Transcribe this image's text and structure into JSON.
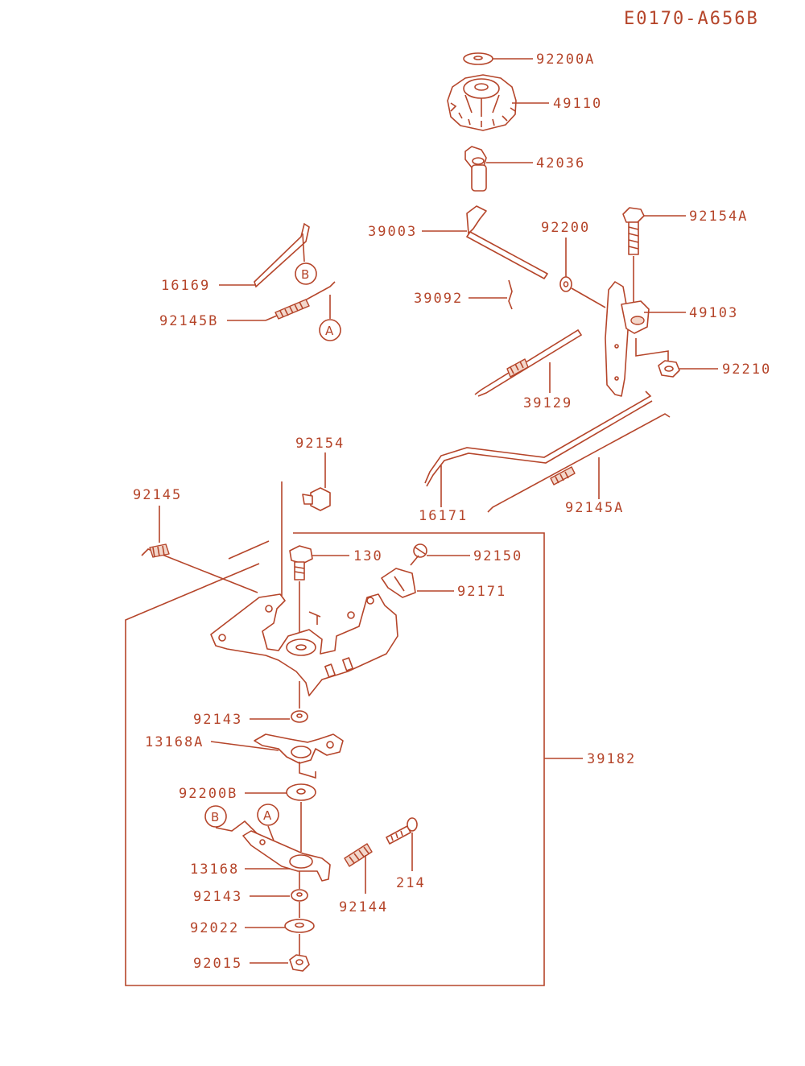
{
  "diagram_code": "E0170-A656B",
  "parts": {
    "p92200A": "92200A",
    "p49110": "49110",
    "p42036": "42036",
    "p92154A": "92154A",
    "p39003": "39003",
    "p92200": "92200",
    "p16169": "16169",
    "p39092": "39092",
    "p49103": "49103",
    "p92145B": "92145B",
    "p92210": "92210",
    "p39129": "39129",
    "p92154": "92154",
    "p16171": "16171",
    "p92145A": "92145A",
    "p92145": "92145",
    "p130": "130",
    "p92150": "92150",
    "p92171": "92171",
    "p92143a": "92143",
    "p13168A": "13168A",
    "p39182": "39182",
    "p92200B": "92200B",
    "p13168": "13168",
    "p92143b": "92143",
    "p214": "214",
    "p92144": "92144",
    "p92022": "92022",
    "p92015": "92015"
  },
  "markers": {
    "a_top": "A",
    "b_top": "B",
    "a_bottom": "A",
    "b_bottom": "B"
  },
  "colors": {
    "line": "#b5452a",
    "background": "#ffffff"
  }
}
